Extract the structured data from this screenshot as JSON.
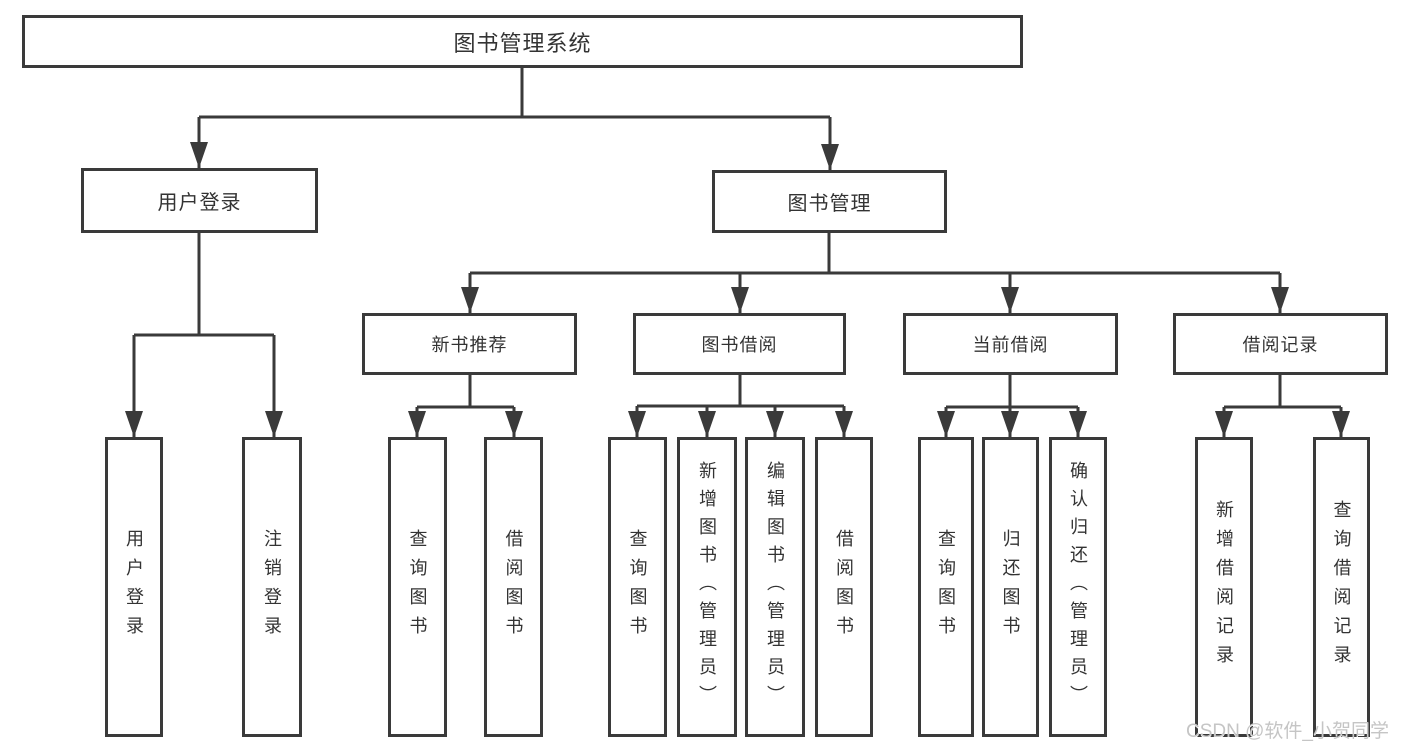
{
  "diagram": {
    "type": "tree",
    "tree": {
      "label": "图书管理系统",
      "children": [
        {
          "label": "用户登录",
          "children": [
            {
              "label": "用户登录"
            },
            {
              "label": "注销登录"
            }
          ]
        },
        {
          "label": "图书管理",
          "children": [
            {
              "label": "新书推荐",
              "children": [
                {
                  "label": "查询图书"
                },
                {
                  "label": "借阅图书"
                }
              ]
            },
            {
              "label": "图书借阅",
              "children": [
                {
                  "label": "查询图书"
                },
                {
                  "label": "新增图书（管理员）"
                },
                {
                  "label": "编辑图书（管理员）"
                },
                {
                  "label": "借阅图书"
                }
              ]
            },
            {
              "label": "当前借阅",
              "children": [
                {
                  "label": "查询图书"
                },
                {
                  "label": "归还图书"
                },
                {
                  "label": "确认归还（管理员）"
                }
              ]
            },
            {
              "label": "借阅记录",
              "children": [
                {
                  "label": "新增借阅记录"
                },
                {
                  "label": "查询借阅记录"
                }
              ]
            }
          ]
        }
      ]
    }
  },
  "watermark": {
    "text": "CSDN @软件_小贺同学"
  },
  "colors": {
    "line": "#3a3a3a",
    "text": "#333333",
    "watermark": "#c5c5c5",
    "background": "#ffffff"
  }
}
